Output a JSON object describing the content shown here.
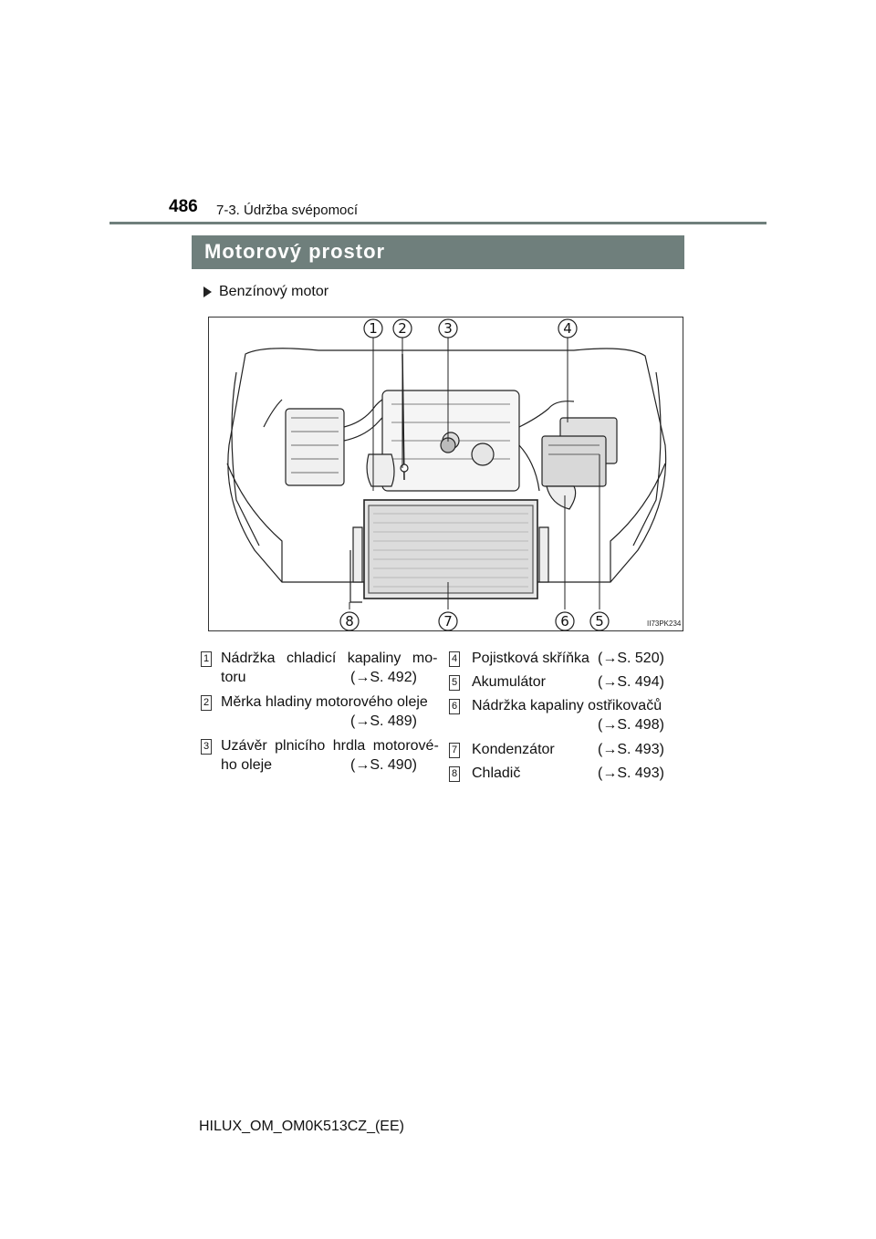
{
  "header": {
    "page_number": "486",
    "section": "7-3. Údržba svépomocí"
  },
  "title": "Motorový prostor",
  "sub_heading": "Benzínový motor",
  "figure": {
    "code": "II73PK234",
    "callouts_top": [
      "1",
      "2",
      "3",
      "4"
    ],
    "callouts_bottom": [
      "8",
      "7",
      "6",
      "5"
    ]
  },
  "legend": [
    {
      "num": "1",
      "label": "Nádržka chladicí kapaliny mo-",
      "label2": "toru",
      "ref": "(→S. 492)"
    },
    {
      "num": "2",
      "label": "Měrka hladiny motorového oleje",
      "label2": "",
      "ref": "(→S. 489)"
    },
    {
      "num": "3",
      "label": "Uzávěr plnicího hrdla motorové-",
      "label2": "ho oleje",
      "ref": "(→S. 490)"
    },
    {
      "num": "4",
      "label": "Pojistková skříňka",
      "label2": "",
      "ref": "(→S. 520)"
    },
    {
      "num": "5",
      "label": "Akumulátor",
      "label2": "",
      "ref": "(→S. 494)"
    },
    {
      "num": "6",
      "label": "Nádržka kapaliny ostřikovačů",
      "label2": "",
      "ref": "(→S. 498)"
    },
    {
      "num": "7",
      "label": "Kondenzátor",
      "label2": "",
      "ref": "(→S. 493)"
    },
    {
      "num": "8",
      "label": "Chladič",
      "label2": "",
      "ref": "(→S. 493)"
    }
  ],
  "footer": "HILUX_OM_OM0K513CZ_(EE)"
}
